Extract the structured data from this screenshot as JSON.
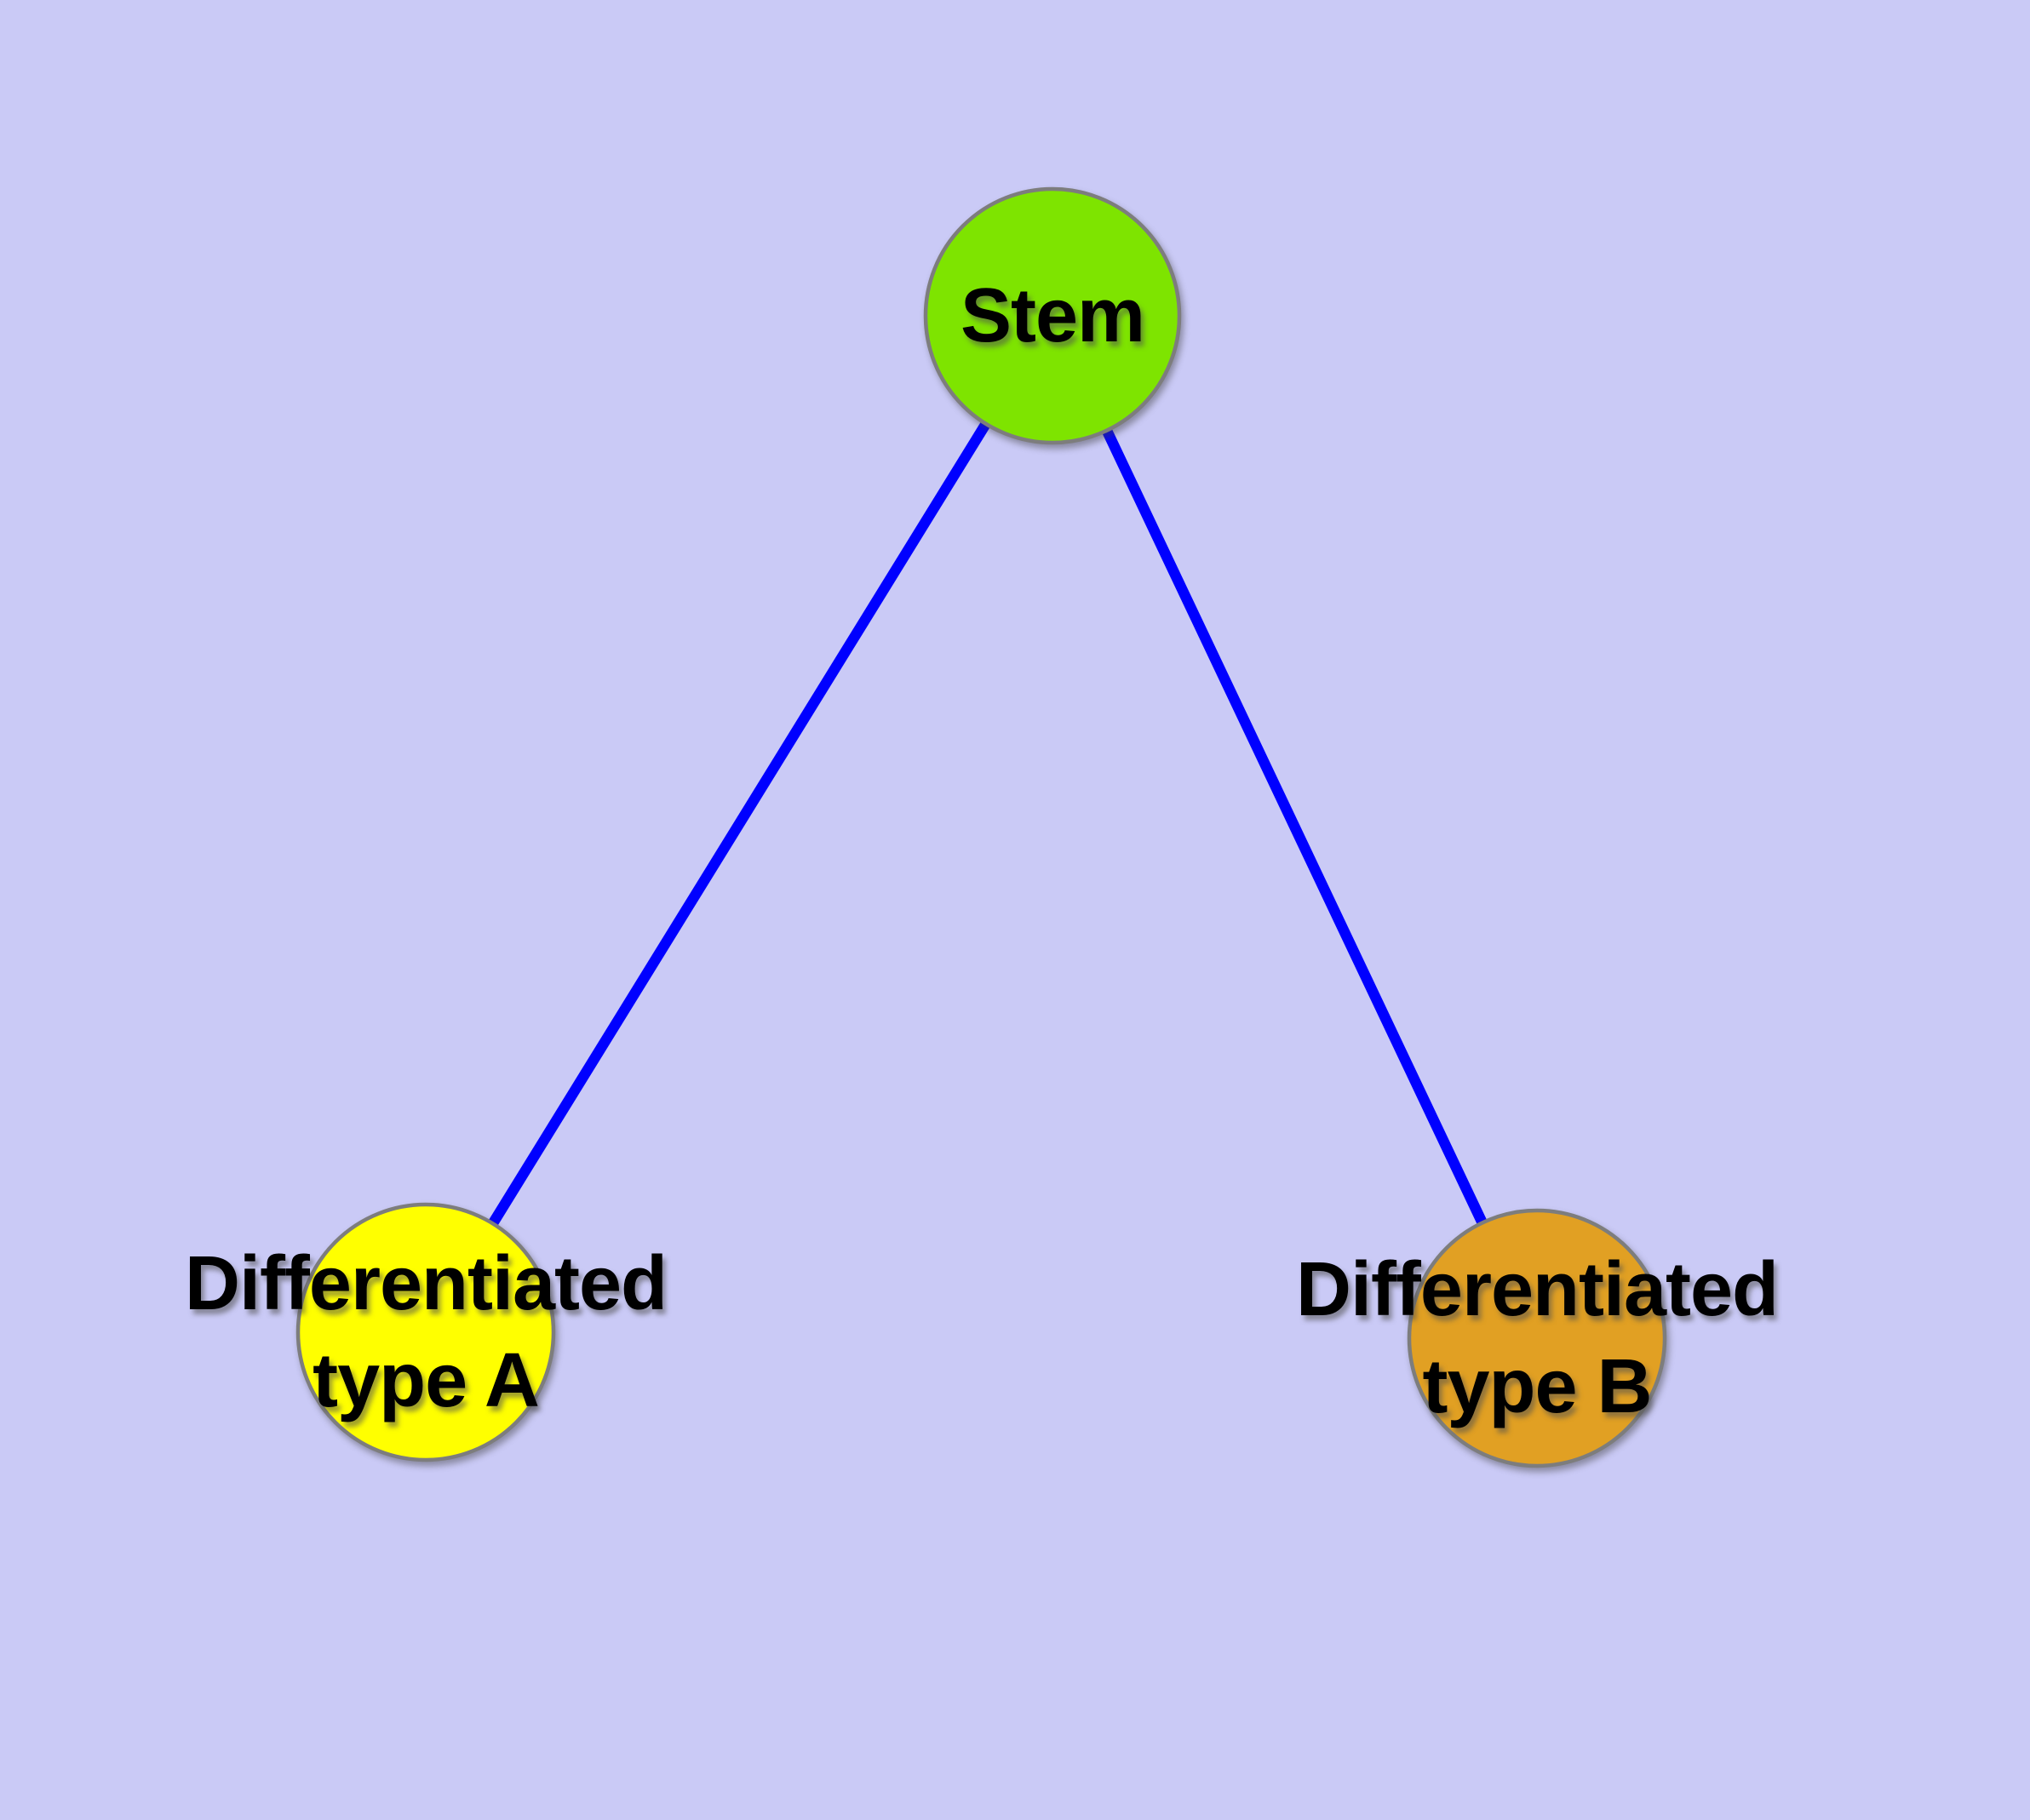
{
  "diagram": {
    "nodes": {
      "stem": {
        "label": "Stem",
        "fill": "#7EE400"
      },
      "type_a": {
        "line1": "Differentiated",
        "line2": "type A",
        "fill": "#FFFF00"
      },
      "type_b": {
        "line1": "Differentiated",
        "line2": "type B",
        "fill": "#E1A023"
      }
    },
    "edges": [
      {
        "from": "Stem",
        "to": "Differentiated type A"
      },
      {
        "from": "Stem",
        "to": "Differentiated type B"
      }
    ],
    "colors": {
      "background": "#CACAF6",
      "edge": "#0000FF",
      "node_border": "#7D7D7D",
      "label_text": "#000000"
    }
  }
}
